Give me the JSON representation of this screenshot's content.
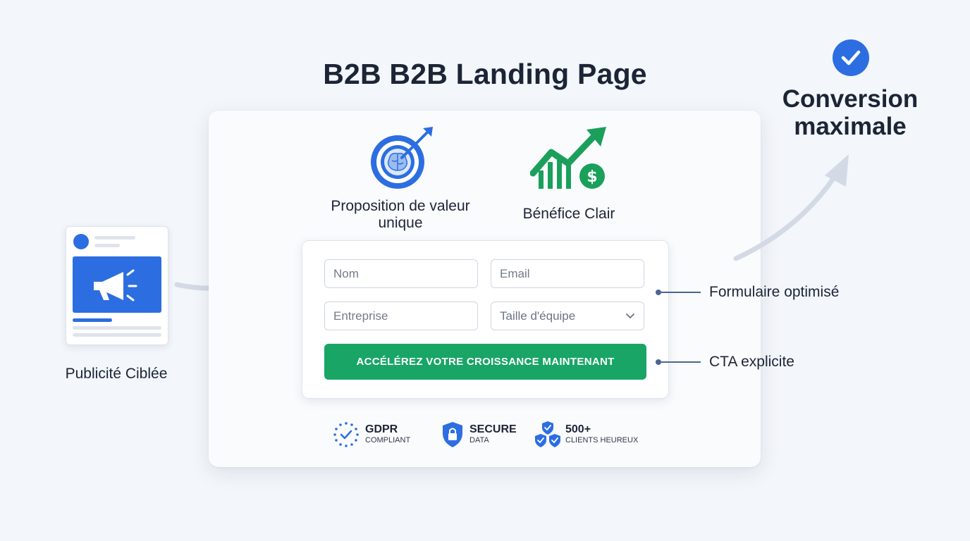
{
  "title": "B2B B2B Landing Page",
  "ad": {
    "label": "Publicité Ciblée"
  },
  "features": {
    "value_proposition": "Proposition de valeur unique",
    "benefit": "Bénéfice Clair"
  },
  "form": {
    "name_placeholder": "Nom",
    "email_placeholder": "Email",
    "company_placeholder": "Entreprise",
    "team_size_selected": "Taille d'équipe",
    "cta_label": "ACCÉLÉREZ VOTRE CROISSANCE MAINTENANT"
  },
  "callouts": {
    "form": "Formulaire optimisé",
    "cta": "CTA explicite"
  },
  "badges": [
    {
      "title": "GDPR",
      "subtitle": "COMPLIANT",
      "icon": "eu-stars-check-icon"
    },
    {
      "title": "SECURE",
      "subtitle": "DATA",
      "icon": "shield-lock-icon"
    },
    {
      "title": "500+",
      "subtitle": "CLIENTS HEUREUX",
      "icon": "shields-check-icon"
    }
  ],
  "conversion": {
    "label": "Conversion maximale"
  },
  "colors": {
    "accent_blue": "#2c6ee2",
    "cta_green": "#18a566",
    "growth_green": "#1aa05a",
    "text_dark": "#1c2536",
    "background": "#f3f6fa"
  }
}
